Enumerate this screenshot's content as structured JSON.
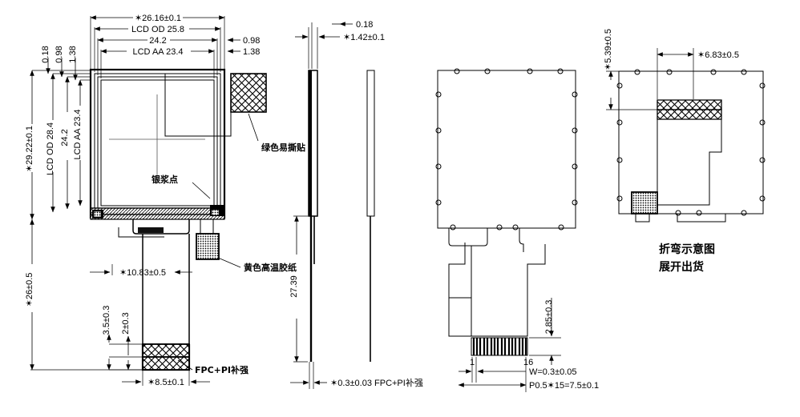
{
  "drawing": {
    "title": "LCD Module Mechanical Outline Drawing",
    "views": {
      "front": "front-view",
      "side": "side-section-view",
      "edge": "edge-profile-view",
      "back": "back-view",
      "bend": "bend-diagram-view"
    }
  },
  "front_view": {
    "top_dims": [
      {
        "id": "overall-width",
        "label": "✶26.16±0.1"
      },
      {
        "id": "lcd-od-width",
        "label": "LCD OD 25.8"
      },
      {
        "id": "width-24-2",
        "label": "24.2"
      },
      {
        "id": "lcd-aa-width",
        "label": "LCD AA 23.4"
      }
    ],
    "top_right_dims": [
      {
        "id": "right-margin-098",
        "label": "0.98"
      },
      {
        "id": "right-margin-138",
        "label": "1.38"
      }
    ],
    "top_left_dims": [
      {
        "id": "left-margin-018",
        "label": "0.18"
      },
      {
        "id": "left-margin-098",
        "label": "0.98"
      },
      {
        "id": "left-margin-138",
        "label": "1.38"
      }
    ],
    "left_dims": [
      {
        "id": "overall-height",
        "label": "✶29.22±0.1"
      },
      {
        "id": "lcd-od-height",
        "label": "LCD OD 28.4"
      },
      {
        "id": "height-24-2",
        "label": "24.2"
      },
      {
        "id": "lcd-aa-height",
        "label": "LCD AA 23.4"
      },
      {
        "id": "fpc-total-length",
        "label": "✶26±0.5"
      }
    ],
    "bottom_dims": [
      {
        "id": "fpc-offset",
        "label": "✶10.83±0.5"
      },
      {
        "id": "pad-height-35",
        "label": "3.5±0.3"
      },
      {
        "id": "pad-height-2",
        "label": "2±0.3"
      },
      {
        "id": "fpc-tail-width",
        "label": "✶8.5±0.1"
      }
    ],
    "callouts": [
      {
        "id": "green-tear-sticker",
        "label": "绿色易撕贴"
      },
      {
        "id": "silver-paste-point",
        "label": "银浆点"
      },
      {
        "id": "yellow-high-temp-tape",
        "label": "黄色高温胶纸"
      },
      {
        "id": "fpc-pi-reinforcement",
        "label": "FPC+PI补强"
      }
    ],
    "part_marking": "■■■■■"
  },
  "side_view": {
    "dims": [
      {
        "id": "glass-thickness",
        "label": "0.18"
      },
      {
        "id": "module-thickness",
        "label": "✶1.42±0.1"
      },
      {
        "id": "fpc-length-2739",
        "label": "27.39"
      },
      {
        "id": "fpc-thickness",
        "label": "✶0.3±0.03  FPC+PI补强"
      }
    ]
  },
  "back_view": {
    "dims": [
      {
        "id": "pad-area-height",
        "label": "2.85±0.3"
      },
      {
        "id": "pin-first",
        "label": "1"
      },
      {
        "id": "pin-last",
        "label": "16"
      },
      {
        "id": "pin-width",
        "label": "W=0.3±0.05"
      },
      {
        "id": "pin-pitch",
        "label": "P0.5✶15=7.5±0.1"
      }
    ]
  },
  "bend_view": {
    "dims": [
      {
        "id": "bend-height",
        "label": "✶5.39±0.5"
      },
      {
        "id": "bend-width",
        "label": "✶6.83±0.5"
      }
    ],
    "caption_line1": "折弯示意图",
    "caption_line2": "展开出货"
  },
  "colors": {
    "line": "#000000",
    "background": "#ffffff",
    "center_line": "#555555"
  }
}
